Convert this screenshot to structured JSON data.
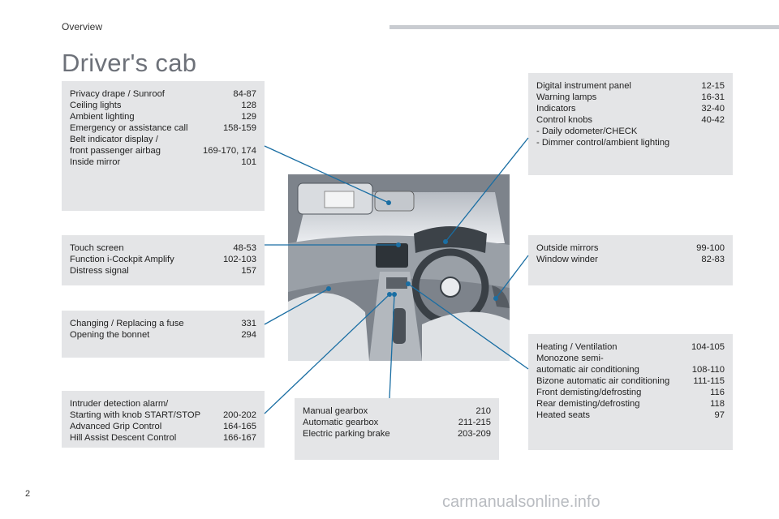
{
  "header": {
    "section": "Overview",
    "title": "Driver's cab"
  },
  "boxes": {
    "b1": [
      {
        "label": "Privacy drape / Sunroof",
        "page": "84-87"
      },
      {
        "label": "Ceiling lights",
        "page": "128"
      },
      {
        "label": "Ambient lighting",
        "page": "129"
      },
      {
        "label": "Emergency or assistance call",
        "page": "158-159"
      },
      {
        "label": "Belt indicator display /\nfront passenger airbag",
        "page": "169-170, 174"
      },
      {
        "label": "Inside mirror",
        "page": "101"
      }
    ],
    "b2": [
      {
        "label": "Touch screen",
        "page": "48-53"
      },
      {
        "label": "Function i-Cockpit Amplify",
        "page": "102-103"
      },
      {
        "label": "Distress signal",
        "page": "157"
      }
    ],
    "b3": [
      {
        "label": "Changing / Replacing a fuse",
        "page": "331"
      },
      {
        "label": "Opening the bonnet",
        "page": "294"
      }
    ],
    "b4": [
      {
        "label": "Intruder detection alarm/\nStarting with knob START/STOP",
        "page": "200-202"
      },
      {
        "label": "Advanced Grip Control",
        "page": "164-165"
      },
      {
        "label": "Hill Assist Descent Control",
        "page": "166-167"
      }
    ],
    "b5": [
      {
        "label": "Manual gearbox",
        "page": "210"
      },
      {
        "label": "Automatic gearbox",
        "page": "211-215"
      },
      {
        "label": "Electric parking brake",
        "page": "203-209"
      }
    ],
    "b6": [
      {
        "label": "Digital instrument panel",
        "page": "12-15"
      },
      {
        "label": "Warning lamps",
        "page": "16-31"
      },
      {
        "label": "Indicators",
        "page": "32-40"
      },
      {
        "label": "Control knobs",
        "page": "40-42"
      }
    ],
    "b6_sub": [
      "-  Daily odometer/CHECK",
      "-  Dimmer control/ambient lighting"
    ],
    "b7": [
      {
        "label": "Outside mirrors",
        "page": "99-100"
      },
      {
        "label": "Window winder",
        "page": "82-83"
      }
    ],
    "b8": [
      {
        "label": "Heating / Ventilation",
        "page": "104-105"
      },
      {
        "label": "Monozone semi-\nautomatic air conditioning",
        "page": "108-110"
      },
      {
        "label": "Bizone automatic air conditioning",
        "page": "111-115"
      },
      {
        "label": "Front demisting/defrosting",
        "page": "116"
      },
      {
        "label": "Rear demisting/defrosting",
        "page": "118"
      },
      {
        "label": "Heated seats",
        "page": "97"
      }
    ]
  },
  "footer": {
    "page_number": "2",
    "watermark": "carmanualsonline.info"
  },
  "colors": {
    "callout": "#1a6ea3",
    "box_bg": "#e4e5e7",
    "title": "#6d7179"
  }
}
